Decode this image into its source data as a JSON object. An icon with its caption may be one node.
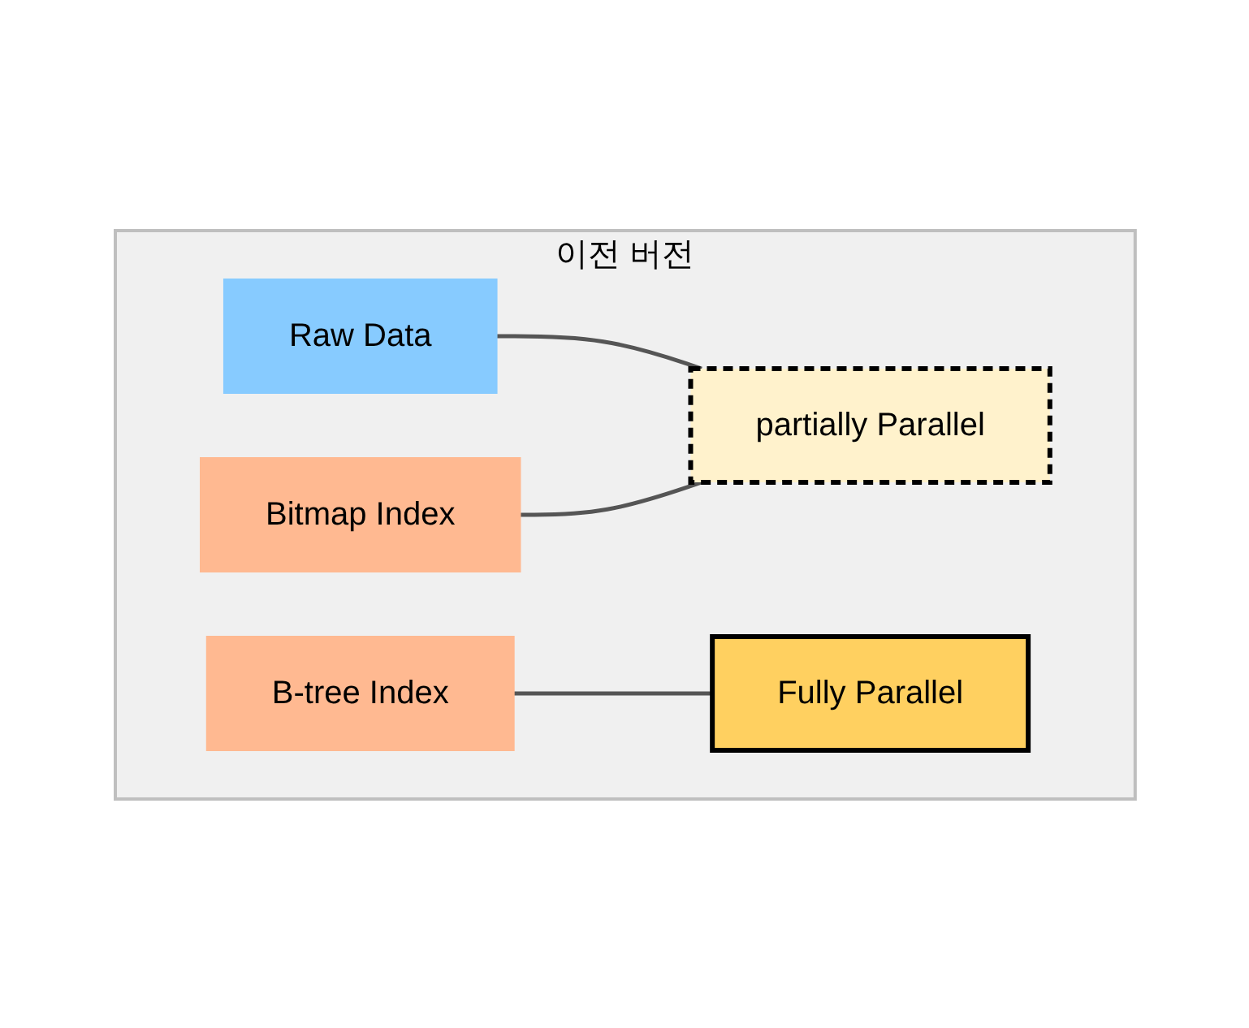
{
  "diagram": {
    "nodes": [
      {
        "text": [
          "이전 버전"
        ]
      },
      {
        "text": [
          "Raw Data"
        ],
        "in": 0
      },
      {
        "text": [
          "Bitmap Index"
        ],
        "in": 0
      },
      {
        "text": [
          "B-tree Index"
        ],
        "in": 0
      },
      {
        "text": [
          "partially Parallel"
        ],
        "in": 0
      },
      {
        "text": [
          "Fully Parallel"
        ],
        "in": 0
      }
    ],
    "edges": [
      {
        "from": 1,
        "to": 4,
        "arrow": "none"
      },
      {
        "from": 2,
        "to": 4,
        "arrow": "none"
      },
      {
        "from": 3,
        "to": 5,
        "arrow": "none"
      }
    ]
  }
}
